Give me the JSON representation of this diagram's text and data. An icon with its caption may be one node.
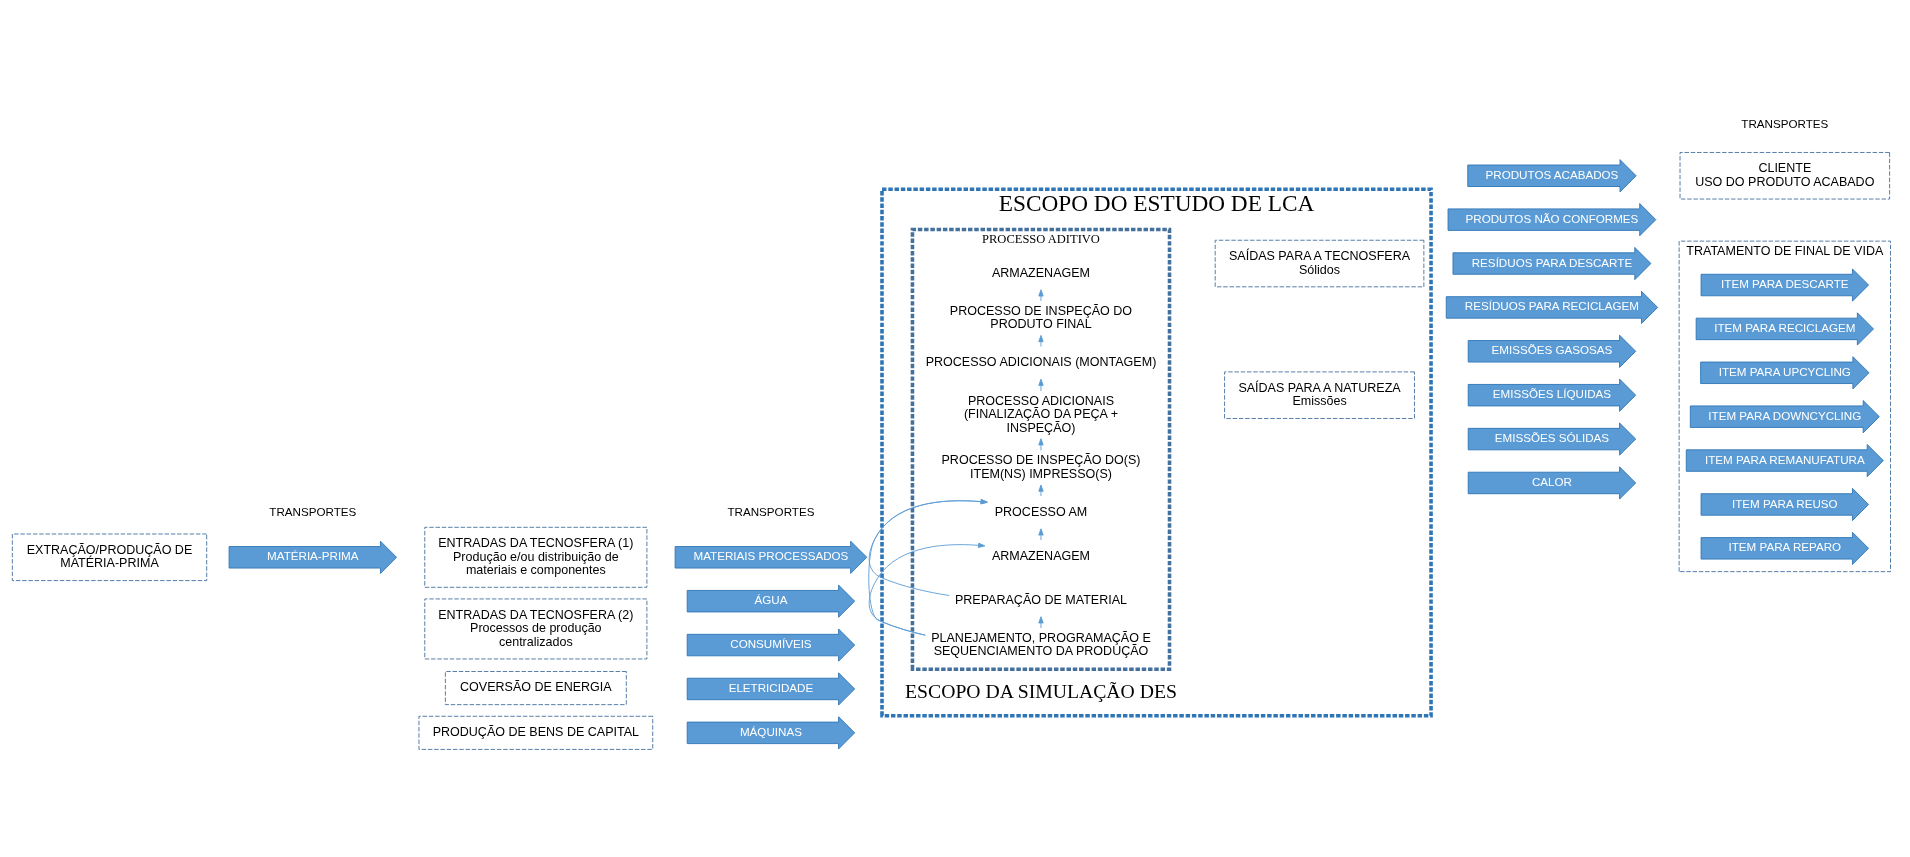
{
  "diagram": {
    "nodes": [
      {
        "text": [
          "ESCOPO DO ESTUDO DE LCA"
        ]
      },
      {
        "text": [
          "EXTRAÇÃO/PRODUÇÃO DE MATÉRIA-PRIMA"
        ]
      },
      {
        "text": [
          "MATÉRIA-PRIMA"
        ]
      },
      {
        "text": [
          "ENTRADAS DA TECNOSFERA (1)",
          "Produção e/ou distribuição de materiais e componentes"
        ]
      },
      {
        "text": [
          "MATERIAIS PROCESSADOS"
        ]
      },
      {
        "text": [
          "ENTRADAS DA TECNOSFERA (2)",
          "Processos de produção centralizados"
        ]
      },
      {
        "text": [
          "ÁGUA"
        ]
      },
      {
        "text": [
          "CONSUMÍVEIS"
        ]
      },
      {
        "text": [
          "COVERSÃO DE ENERGIA"
        ]
      },
      {
        "text": [
          "ELETRICIDADE"
        ]
      },
      {
        "text": [
          "PRODUÇÃO DE BENS DE CAPITAL"
        ]
      },
      {
        "text": [
          "MÁQUINAS"
        ]
      },
      {
        "text": [
          "PROCESSO ADITIVO"
        ],
        "in": 0
      },
      {
        "text": [
          "PLANEJAMENTO, PROGRAMAÇÃO E SEQUENCIAMENTO DA PRODUÇÃO"
        ],
        "in": 12
      },
      {
        "text": [
          "ARMAZENAGEM"
        ],
        "in": 12
      },
      {
        "text": [
          "PREPARAÇÃO DE MATERIAL"
        ],
        "in": 12
      },
      {
        "text": [
          "PROCESSO AM"
        ],
        "in": 12
      },
      {
        "text": [
          "PROCESSO DE INSPEÇÃO DO(S) ITEM(NS) IMPRESSO(S)"
        ],
        "in": 12
      },
      {
        "text": [
          "PROCESSO ADICIONAIS (FINALIZAÇÃO DA PEÇA + INSPEÇÃO)"
        ],
        "in": 12
      },
      {
        "text": [
          "PROCESSO ADICIONAIS (MONTAGEM)"
        ],
        "in": 12
      },
      {
        "text": [
          "PROCESSO DE INSPEÇÃO DO PRODUTO FINAL"
        ],
        "in": 12
      },
      {
        "text": [
          "ARMAZENAGEM"
        ],
        "in": 12
      },
      {
        "text": [
          "SAÍDAS PARA A TECNOSFERA",
          "Sólidos"
        ],
        "in": 0
      },
      {
        "text": [
          "PRODUTOS ACABADOS"
        ]
      },
      {
        "text": [
          "PRODUTOS NÃO CONFORMES"
        ]
      },
      {
        "text": [
          "RESÍDUOS PARA DESCARTE"
        ]
      },
      {
        "text": [
          "RESÍDUOS PARA RECICLAGEM"
        ]
      },
      {
        "text": [
          "SAÍDAS PARA A NATUREZA",
          "Emissões"
        ],
        "in": 0
      },
      {
        "text": [
          "EMISSÕES GASOSAS"
        ]
      },
      {
        "text": [
          "EMISSÕES LÍQUIDAS"
        ]
      },
      {
        "text": [
          "EMISSÕES SÓLIDAS"
        ]
      },
      {
        "text": [
          "CALOR"
        ]
      },
      {
        "text": [
          "CLIENTE",
          "USO DO PRODUTO ACABADO"
        ]
      },
      {
        "text": [
          "TRATAMENTO DE FINAL DE VIDA"
        ]
      },
      {
        "text": [
          "ITEM PARA DESCARTE"
        ],
        "in": 33
      },
      {
        "text": [
          "ITEM PARA RECICLAGEM"
        ],
        "in": 33
      },
      {
        "text": [
          "ITEM PARA UPCYCLING"
        ],
        "in": 33
      },
      {
        "text": [
          "ITEM PARA DOWNCYCLING"
        ],
        "in": 33
      },
      {
        "text": [
          "ITEM PARA REMANUFATURA"
        ],
        "in": 33
      },
      {
        "text": [
          "ITEM PARA REUSO"
        ],
        "in": 33
      },
      {
        "text": [
          "ITEM PARA REPARO"
        ],
        "in": 33
      }
    ],
    "edges": [
      {
        "from": 13,
        "to": 14,
        "arrow": "to"
      },
      {
        "from": 13,
        "to": 16,
        "arrow": "to"
      },
      {
        "from": 13,
        "to": 15,
        "arrow": "to"
      },
      {
        "from": 14,
        "to": 16,
        "arrow": "to"
      },
      {
        "from": 15,
        "to": 16,
        "arrow": "to"
      },
      {
        "from": 16,
        "to": 17,
        "arrow": "to"
      },
      {
        "from": 17,
        "to": 18,
        "arrow": "to"
      },
      {
        "from": 18,
        "to": 19,
        "arrow": "to"
      },
      {
        "from": 19,
        "to": 20,
        "arrow": "to"
      },
      {
        "from": 20,
        "to": 21,
        "arrow": "to"
      }
    ],
    "labels": [
      "ESCOPO DA SIMULAÇÃO DES",
      "TRANSPORTES",
      "TRANSPORTES",
      "TRANSPORTES"
    ]
  }
}
